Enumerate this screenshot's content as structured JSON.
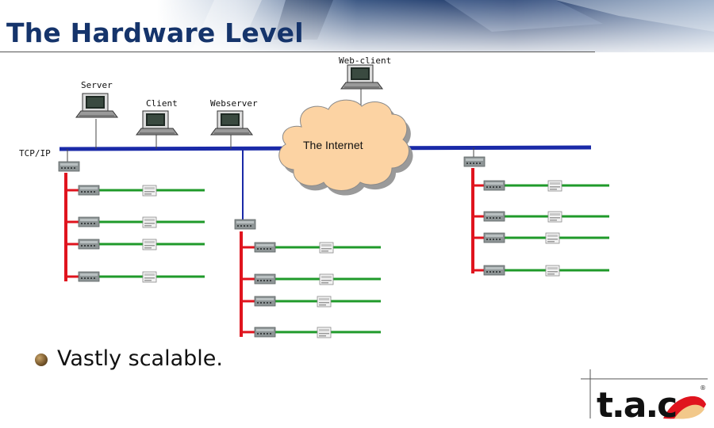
{
  "slide": {
    "title": "The Hardware Level",
    "bullet": "Vastly scalable."
  },
  "diagram": {
    "labels": {
      "web_client": "Web-client",
      "server": "Server",
      "client": "Client",
      "webserver": "Webserver",
      "internet": "The Internet",
      "tcpip": "TCP/IP"
    },
    "colors": {
      "title": "#15346b",
      "backbone": "#1a2aa8",
      "controller_bus": "#e0141e",
      "device_bus": "#1f9a2a",
      "cloud_fill": "#fcd3a3",
      "cloud_edge": "#8a8a8a"
    },
    "icons": [
      "monitor-icon",
      "cloud-icon",
      "controller-icon",
      "io-module-icon"
    ]
  },
  "logo": {
    "text": "t.a.c",
    "registered": "®"
  }
}
